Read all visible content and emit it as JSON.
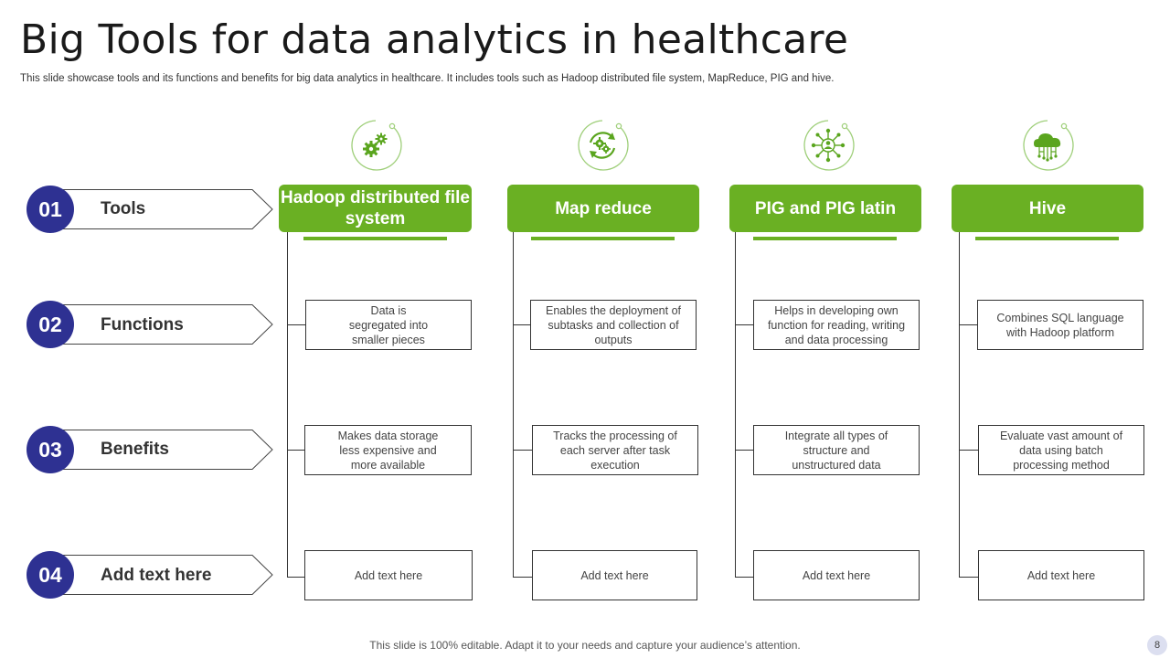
{
  "title": "Big Tools for data analytics in healthcare",
  "subtitle": "This slide showcase tools and its functions  and benefits for big data analytics in healthcare. It includes tools such as Hadoop distributed file system, MapReduce, PIG and hive.",
  "colors": {
    "green": "#6ab023",
    "navy": "#2e3192"
  },
  "rows": [
    {
      "number": "01",
      "label": "Tools"
    },
    {
      "number": "02",
      "label": "Functions"
    },
    {
      "number": "03",
      "label": "Benefits"
    },
    {
      "number": "04",
      "label": "Add text here"
    }
  ],
  "columns": [
    {
      "icon": "gears-icon",
      "header": "Hadoop distributed file system",
      "function": "Data is segregated into smaller pieces",
      "benefit": "Makes data storage less expensive  and more available",
      "extra": "Add text here"
    },
    {
      "icon": "cycle-gears-icon",
      "header": "Map reduce",
      "function": "Enables the deployment of subtasks and collection of outputs",
      "benefit": "Tracks the processing of each server  after task execution",
      "extra": "Add text here"
    },
    {
      "icon": "network-user-icon",
      "header": "PIG and PIG latin",
      "function": "Helps in developing  own function for reading,  writing and data processing",
      "benefit": "Integrate  all types of structure and unstructured data",
      "extra": "Add text here"
    },
    {
      "icon": "cloud-network-icon",
      "header": "Hive",
      "function": "Combines SQL language with Hadoop platform",
      "benefit": "Evaluate vast amount of data using batch processing method",
      "extra": "Add text here"
    }
  ],
  "footer": "This slide is 100% editable. Adapt it to your needs and capture your audience’s attention.",
  "page_number": "8"
}
